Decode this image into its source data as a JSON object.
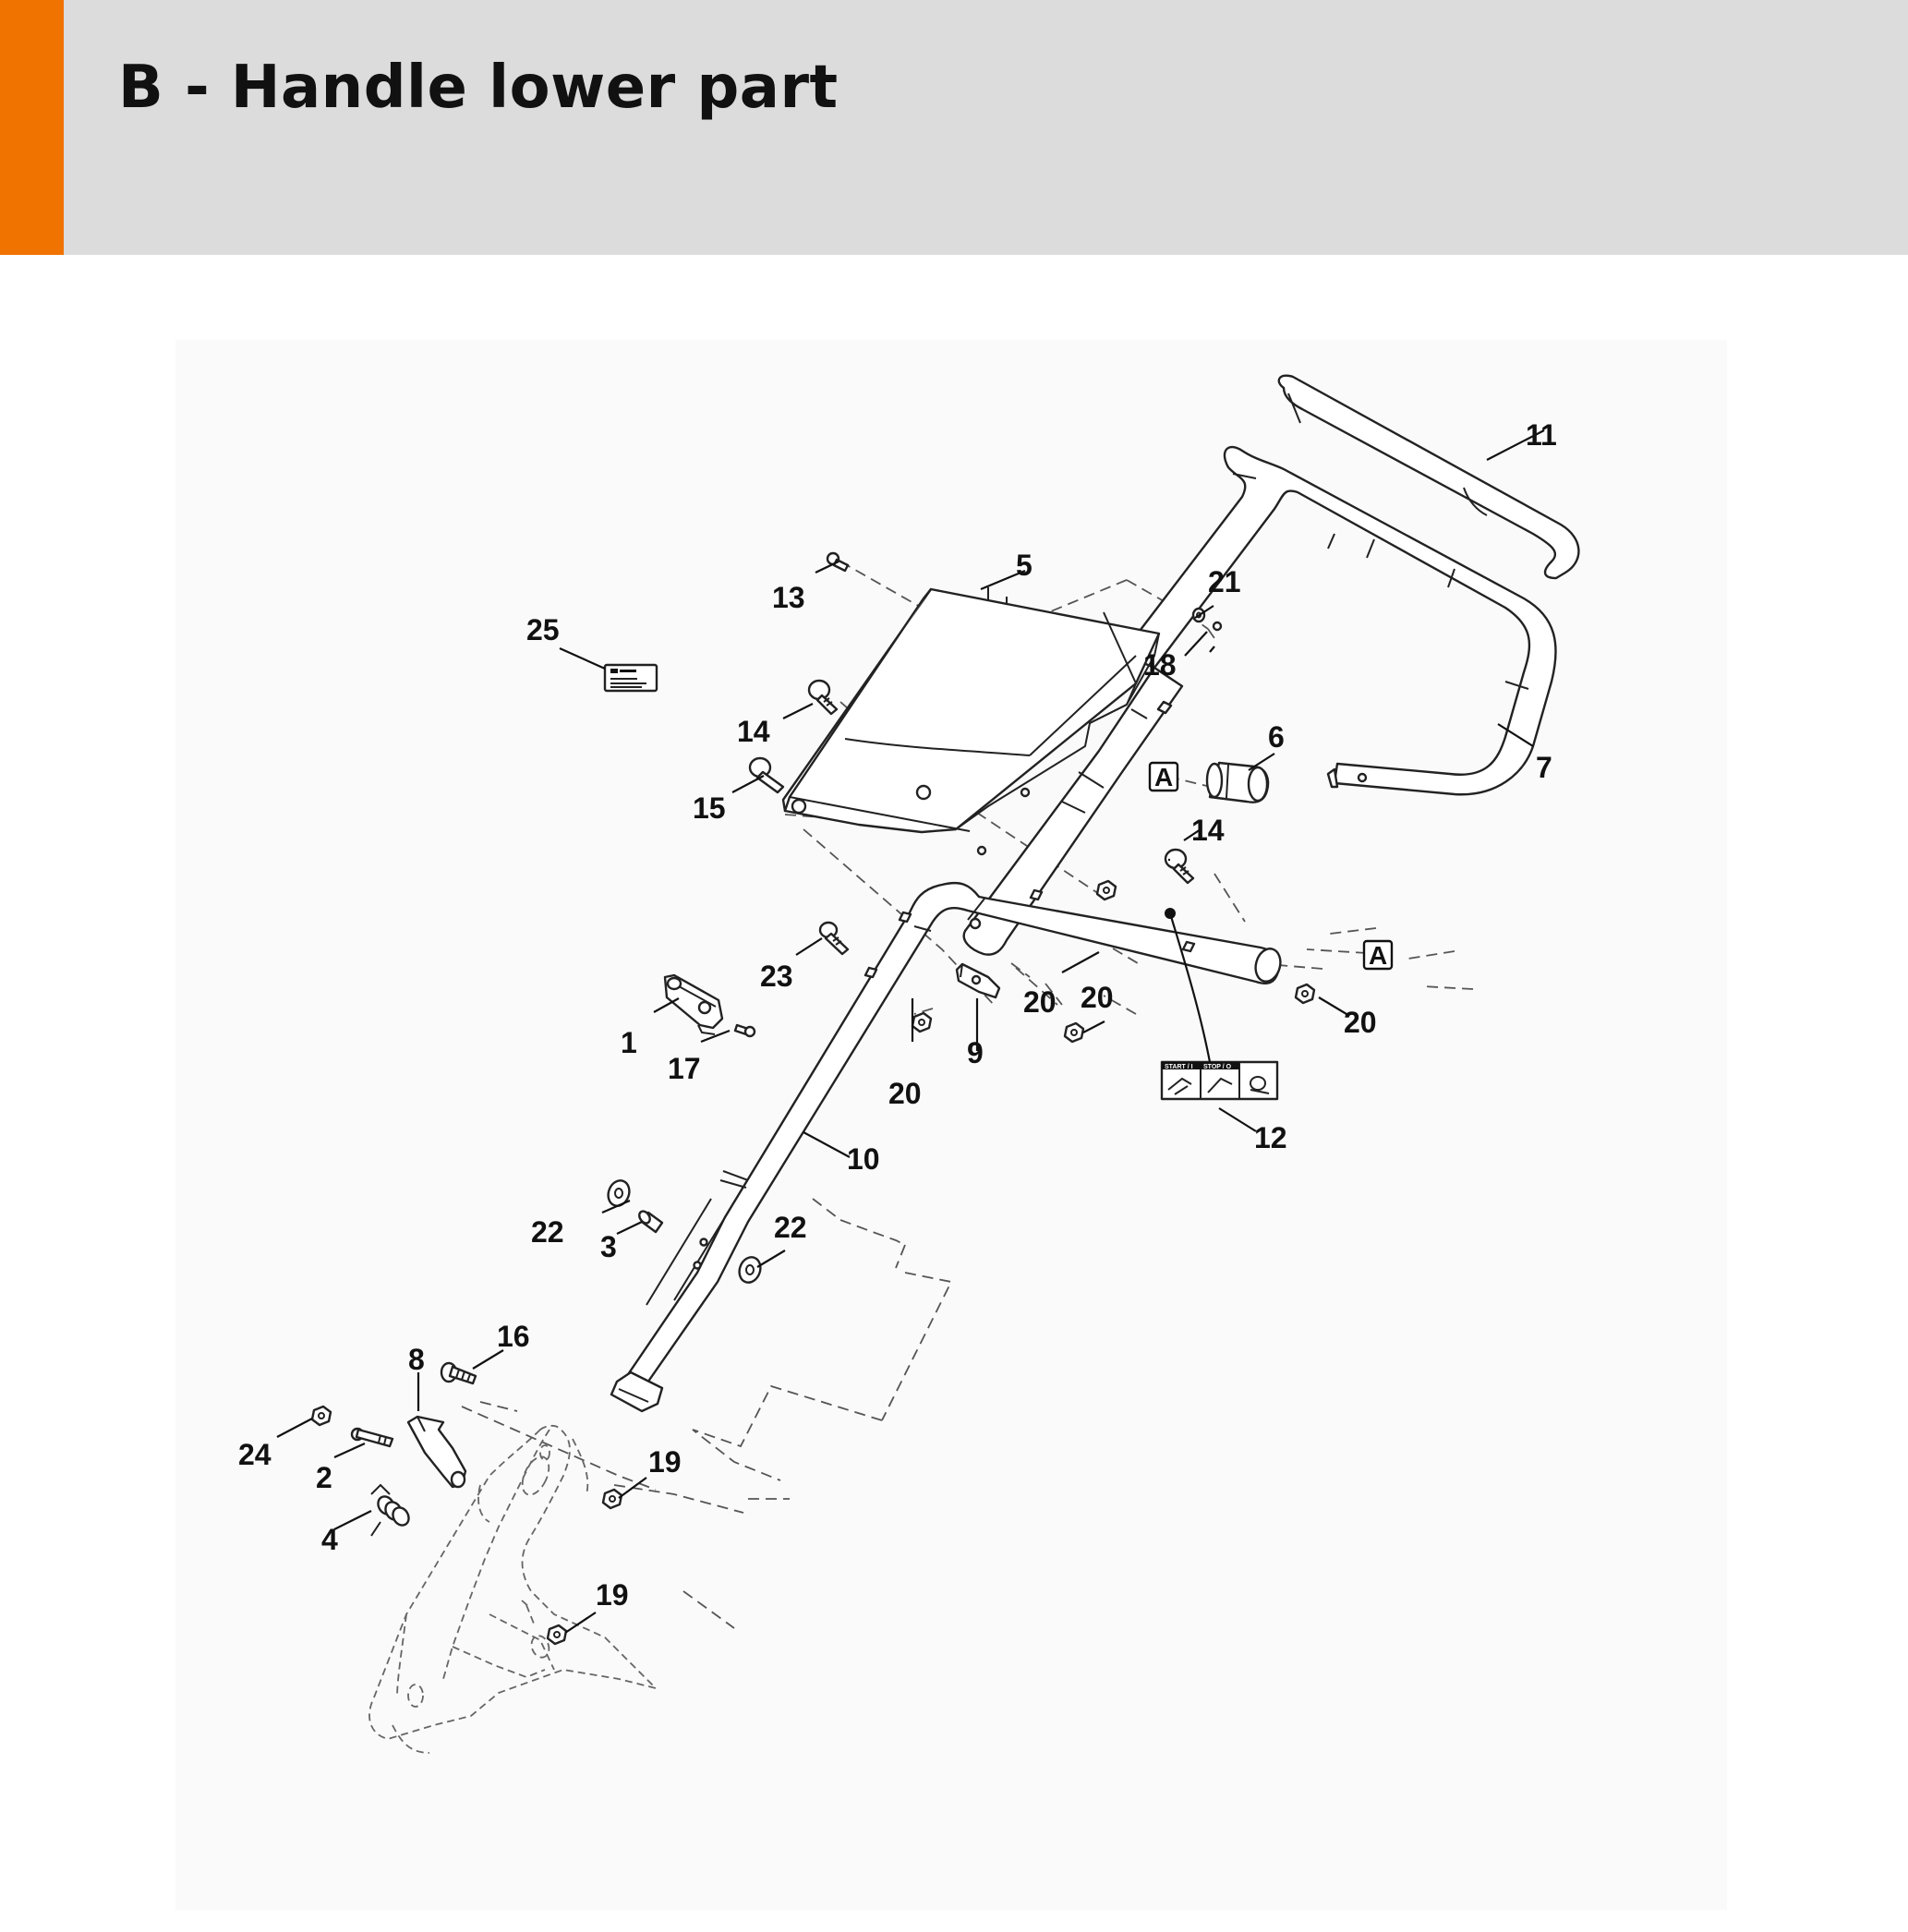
{
  "header": {
    "title": "B - Handle lower part",
    "accent_color": "#f07300",
    "background_color": "#dcdcdc"
  },
  "diagram": {
    "reference_marker": "A",
    "callouts": [
      {
        "id": "c1",
        "label": "1"
      },
      {
        "id": "c2",
        "label": "2"
      },
      {
        "id": "c3",
        "label": "3"
      },
      {
        "id": "c4",
        "label": "4"
      },
      {
        "id": "c5",
        "label": "5"
      },
      {
        "id": "c6",
        "label": "6"
      },
      {
        "id": "c7",
        "label": "7"
      },
      {
        "id": "c8",
        "label": "8"
      },
      {
        "id": "c9",
        "label": "9"
      },
      {
        "id": "c10",
        "label": "10"
      },
      {
        "id": "c11",
        "label": "11"
      },
      {
        "id": "c12",
        "label": "12"
      },
      {
        "id": "c13",
        "label": "13"
      },
      {
        "id": "c14a",
        "label": "14"
      },
      {
        "id": "c14b",
        "label": "14"
      },
      {
        "id": "c15",
        "label": "15"
      },
      {
        "id": "c16",
        "label": "16"
      },
      {
        "id": "c17",
        "label": "17"
      },
      {
        "id": "c18",
        "label": "18"
      },
      {
        "id": "c19a",
        "label": "19"
      },
      {
        "id": "c19b",
        "label": "19"
      },
      {
        "id": "c20a",
        "label": "20"
      },
      {
        "id": "c20b",
        "label": "20"
      },
      {
        "id": "c20c",
        "label": "20"
      },
      {
        "id": "c20d",
        "label": "20"
      },
      {
        "id": "c21",
        "label": "21"
      },
      {
        "id": "c22a",
        "label": "22"
      },
      {
        "id": "c22b",
        "label": "22"
      },
      {
        "id": "c23",
        "label": "23"
      },
      {
        "id": "c24",
        "label": "24"
      },
      {
        "id": "c25",
        "label": "25"
      }
    ],
    "sticker_12": {
      "start": "START / I",
      "stop": "STOP / O"
    }
  }
}
